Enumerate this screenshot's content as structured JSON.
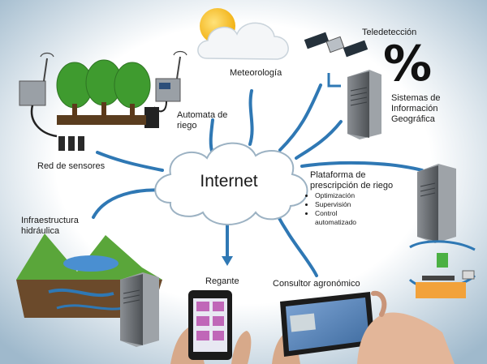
{
  "center": {
    "label": "Internet"
  },
  "nodes": {
    "meteorologia": "Meteorología",
    "teledeteccion": "Teledetección",
    "sig": [
      "Sistemas de",
      "Información",
      "Geográfica"
    ],
    "automata": [
      "Automata de",
      "riego"
    ],
    "red_sensores": "Red de sensores",
    "plataforma": [
      "Plataforma de",
      "prescripción de riego"
    ],
    "plataforma_items": [
      "Optimización",
      "Supervisión",
      "Control automatizado"
    ],
    "infraestructura": [
      "Infraestructura",
      "hidráulica"
    ],
    "regante": "Regante",
    "consultor": "Consultor agronómico"
  },
  "symbols": {
    "percent": "%"
  },
  "colors": {
    "background_edge": "#9fb9cc",
    "connector": "#2f78b4",
    "tree": "#3f9b2f",
    "server": "#6b6f73",
    "cloud": "#ffffff"
  }
}
